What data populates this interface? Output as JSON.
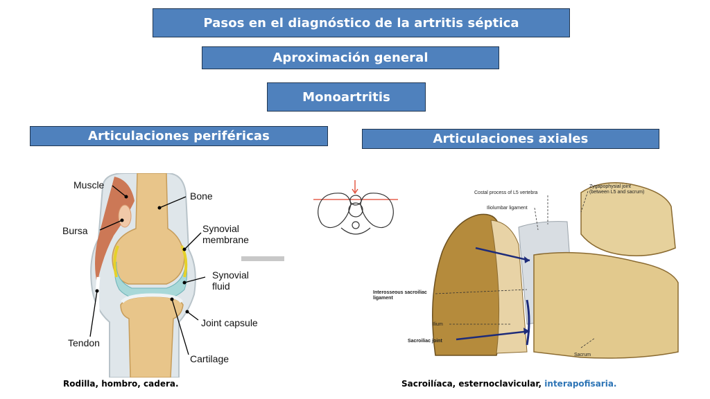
{
  "boxes": {
    "title": "Pasos en el diagnóstico de la artritis séptica",
    "approach": "Aproximación general",
    "mono": "Monoartritis",
    "peripheral": "Articulaciones periféricas",
    "axial": "Articulaciones axiales"
  },
  "knee_labels": {
    "muscle": "Muscle",
    "bone": "Bone",
    "bursa": "Bursa",
    "synovial_membrane_1": "Synovial",
    "synovial_membrane_2": "membrane",
    "synovial_fluid_1": "Synovial",
    "synovial_fluid_2": "fluid",
    "joint_capsule": "Joint capsule",
    "tendon": "Tendon",
    "cartilage": "Cartilage"
  },
  "sacro_labels": {
    "costal_process": "Costal process of L5 vertebra",
    "zygapophysial_1": "Zygapophysial joint",
    "zygapophysial_2": "(between L5 and sacrum)",
    "iliolumbar": "Iliolumbar ligament",
    "interosseous_1": "Interosseous sacroiliac",
    "interosseous_2": "ligament",
    "ilium": "Ilium",
    "sacroiliac_joint": "Sacroiliac joint",
    "sacrum": "Sacrum"
  },
  "captions": {
    "left": "Rodilla, hombro, cadera.",
    "right_plain": "Sacroilíaca, esternoclavicular, ",
    "right_highlight": "interapofisaria."
  },
  "colors": {
    "box_fill": "#4f81bd",
    "box_border": "#1f3550",
    "highlight_text": "#2e75b6"
  }
}
